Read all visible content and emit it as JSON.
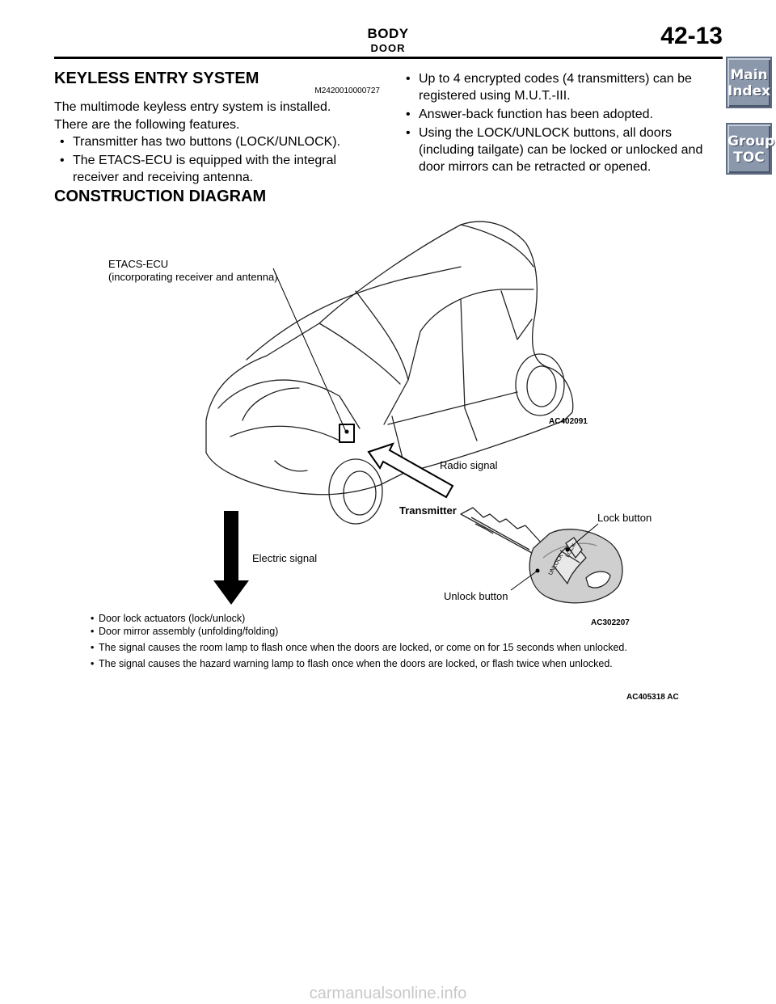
{
  "header": {
    "section": "BODY",
    "subsection": "DOOR",
    "page_number": "42-13"
  },
  "nav": {
    "main_index_line1": "Main",
    "main_index_line2": "Index",
    "group_toc_line1": "Group",
    "group_toc_line2": "TOC"
  },
  "keyless": {
    "title": "KEYLESS ENTRY SYSTEM",
    "doc_id": "M2420010000727",
    "intro_line1": "The multimode keyless entry system is installed.",
    "intro_line2": "There are the following features.",
    "features_left": [
      "Transmitter has two buttons (LOCK/UNLOCK).",
      "The ETACS-ECU is equipped with the integral receiver and receiving antenna."
    ],
    "features_right": [
      "Up to 4 encrypted codes (4 transmitters) can be registered using M.U.T.-III.",
      "Answer-back function has been adopted.",
      "Using the LOCK/UNLOCK buttons, all doors (including tailgate) can be locked or unlocked and door mirrors can be retracted or opened."
    ]
  },
  "construction": {
    "title": "CONSTRUCTION DIAGRAM"
  },
  "diagram": {
    "ecu_label_line1": "ETACS-ECU",
    "ecu_label_line2": "(incorporating receiver and antenna)",
    "car_code": "AC402091",
    "radio_signal": "Radio signal",
    "transmitter": "Transmitter",
    "lock_button": "Lock button",
    "unlock_button": "Unlock button",
    "electric_signal": "Electric signal",
    "key_code": "AC302207",
    "key_lock_text": "LOCK",
    "key_unlock_text": "UNLOCK",
    "notes": [
      "Door lock actuators (lock/unlock)",
      "Door mirror assembly (unfolding/folding)",
      "The signal causes the room lamp to flash once when the doors are locked, or come on for 15 seconds when unlocked.",
      "The signal causes the hazard warning lamp to flash once when the doors are locked, or flash twice when unlocked."
    ],
    "figure_code": "AC405318",
    "figure_suffix": "AC"
  },
  "footer": {
    "watermark": "carmanualsonline.info"
  }
}
